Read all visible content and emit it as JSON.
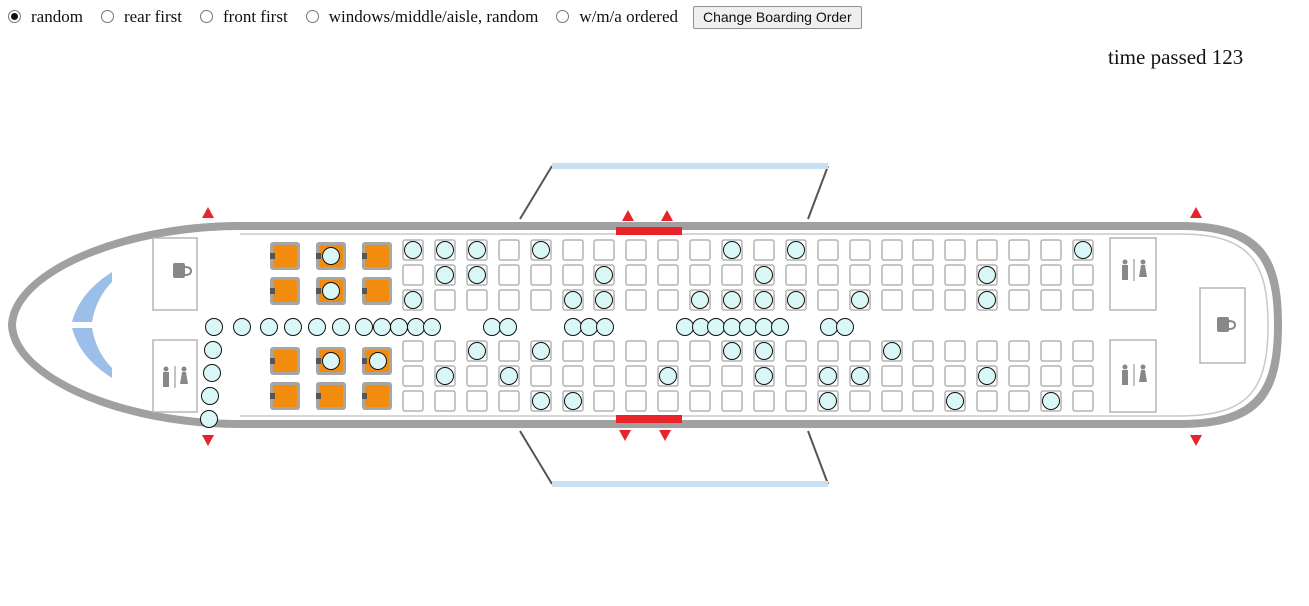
{
  "boarding_options": [
    {
      "label": "random",
      "checked": true
    },
    {
      "label": "rear first",
      "checked": false
    },
    {
      "label": "front first",
      "checked": false
    },
    {
      "label": "windows/middle/aisle, random",
      "checked": false
    },
    {
      "label": "w/m/a ordered",
      "checked": false
    }
  ],
  "change_button_label": "Change Boarding Order",
  "timer": {
    "label": "time passed",
    "value": 123,
    "text": "time passed 123"
  },
  "colors": {
    "fuselage": "#8a8a8a",
    "seat_border": "#b3b3b3",
    "first_class_seat": "#f28c0f",
    "passenger": "#d9f7f7",
    "exit_marker": "#e8232a",
    "wing": "#c9dff2",
    "windshield": "#7aa9e0"
  },
  "icons": [
    "cup-icon",
    "restroom-icon",
    "exit-arrow-icon",
    "passenger-icon"
  ],
  "seat_layout": {
    "first_class_rows": 3,
    "first_class_seats_per_side": 2,
    "economy_rows": 22,
    "economy_seats_per_side": 3
  },
  "passengers": {
    "seated_first_class": [
      {
        "row": 2,
        "seat": "top-window"
      },
      {
        "row": 2,
        "seat": "top-aisle"
      },
      {
        "row": 2,
        "seat": "bottom-aisle"
      },
      {
        "row": 3,
        "seat": "bottom-aisle"
      }
    ],
    "seated_economy": [
      {
        "row": 1,
        "seat": "A"
      },
      {
        "row": 1,
        "seat": "C"
      },
      {
        "row": 2,
        "seat": "A"
      },
      {
        "row": 2,
        "seat": "B"
      },
      {
        "row": 2,
        "seat": "E"
      },
      {
        "row": 3,
        "seat": "A"
      },
      {
        "row": 3,
        "seat": "B"
      },
      {
        "row": 3,
        "seat": "D"
      },
      {
        "row": 4,
        "seat": "E"
      },
      {
        "row": 5,
        "seat": "A"
      },
      {
        "row": 5,
        "seat": "D"
      },
      {
        "row": 5,
        "seat": "F"
      },
      {
        "row": 6,
        "seat": "C"
      },
      {
        "row": 6,
        "seat": "F"
      },
      {
        "row": 7,
        "seat": "B"
      },
      {
        "row": 7,
        "seat": "C"
      },
      {
        "row": 9,
        "seat": "E"
      },
      {
        "row": 10,
        "seat": "C"
      },
      {
        "row": 11,
        "seat": "A"
      },
      {
        "row": 11,
        "seat": "C"
      },
      {
        "row": 11,
        "seat": "D"
      },
      {
        "row": 12,
        "seat": "B"
      },
      {
        "row": 12,
        "seat": "C"
      },
      {
        "row": 12,
        "seat": "D"
      },
      {
        "row": 12,
        "seat": "E"
      },
      {
        "row": 13,
        "seat": "A"
      },
      {
        "row": 13,
        "seat": "C"
      },
      {
        "row": 14,
        "seat": "E"
      },
      {
        "row": 14,
        "seat": "F"
      },
      {
        "row": 15,
        "seat": "C"
      },
      {
        "row": 15,
        "seat": "E"
      },
      {
        "row": 16,
        "seat": "D"
      },
      {
        "row": 18,
        "seat": "F"
      },
      {
        "row": 19,
        "seat": "B"
      },
      {
        "row": 19,
        "seat": "C"
      },
      {
        "row": 19,
        "seat": "E"
      },
      {
        "row": 21,
        "seat": "F"
      },
      {
        "row": 22,
        "seat": "A"
      }
    ],
    "in_aisle_count": 30,
    "at_door_count": 4
  }
}
